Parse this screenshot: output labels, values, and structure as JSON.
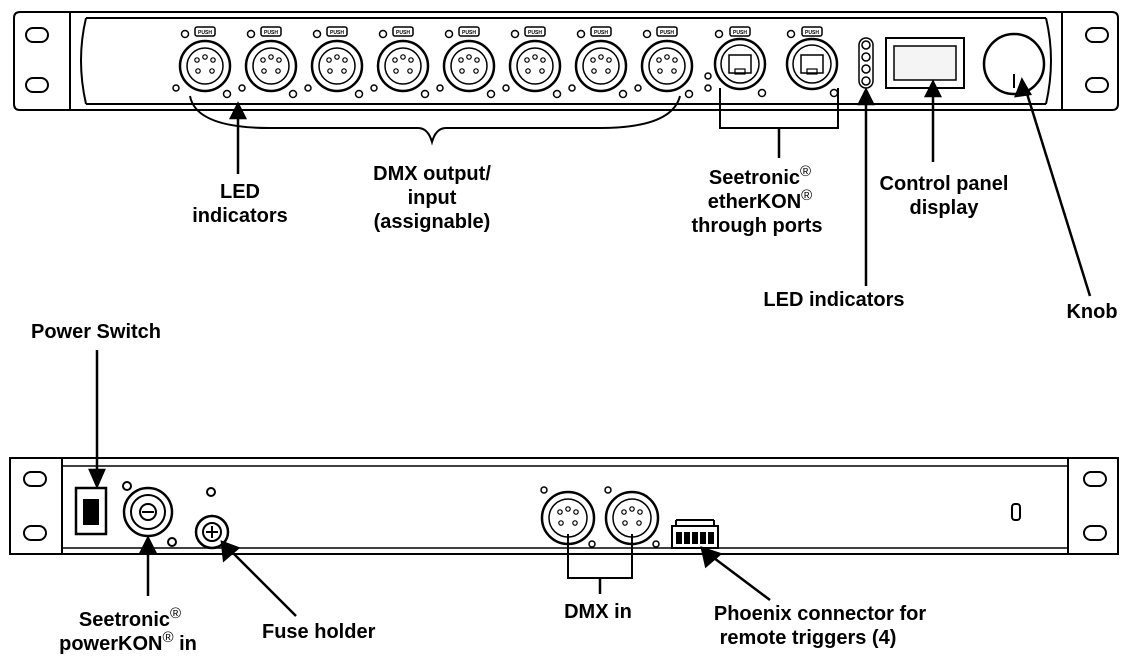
{
  "front_panel": {
    "push_label": "PUSH",
    "xlr_count": 8,
    "ethercon_count": 2,
    "led_count": 4,
    "labels": {
      "led_indicators_left": [
        "LED",
        "indicators"
      ],
      "dmx_output": [
        "DMX output/",
        "input",
        "(assignable)"
      ],
      "ethercon": [
        "Seetronic",
        "®",
        "etherKON",
        "®",
        "through ports"
      ],
      "control_panel": [
        "Control panel",
        "display"
      ],
      "led_indicators_right": "LED indicators",
      "knob": "Knob"
    }
  },
  "rear_panel": {
    "labels": {
      "power_switch": "Power Switch",
      "powerkon": [
        "Seetronic",
        "®",
        "powerKON",
        "®",
        " in"
      ],
      "fuse_holder": "Fuse holder",
      "dmx_in": "DMX in",
      "phoenix": [
        "Phoenix connector for",
        "remote triggers (4)"
      ]
    }
  },
  "colors": {
    "line": "#000000",
    "fill": "#ffffff",
    "screen": "#f4f4f4"
  }
}
